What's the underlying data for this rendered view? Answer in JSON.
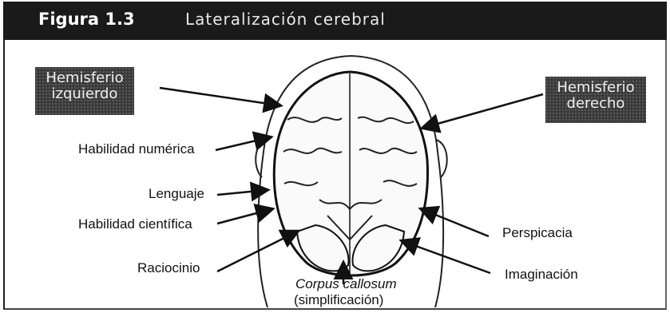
{
  "figure": {
    "number": "Figura 1.3",
    "title": "Lateralización cerebral"
  },
  "hemispheres": {
    "left": "Hemisferio izquierdo",
    "right": "Hemisferio derecho"
  },
  "labels": {
    "numeric": "Habilidad numérica",
    "language": "Lenguaje",
    "scientific": "Habilidad científica",
    "reasoning": "Raciocinio",
    "insight": "Perspicacia",
    "imagination": "Imaginación",
    "corpus": "Corpus callosum",
    "corpus_note": "(simplificación)"
  }
}
